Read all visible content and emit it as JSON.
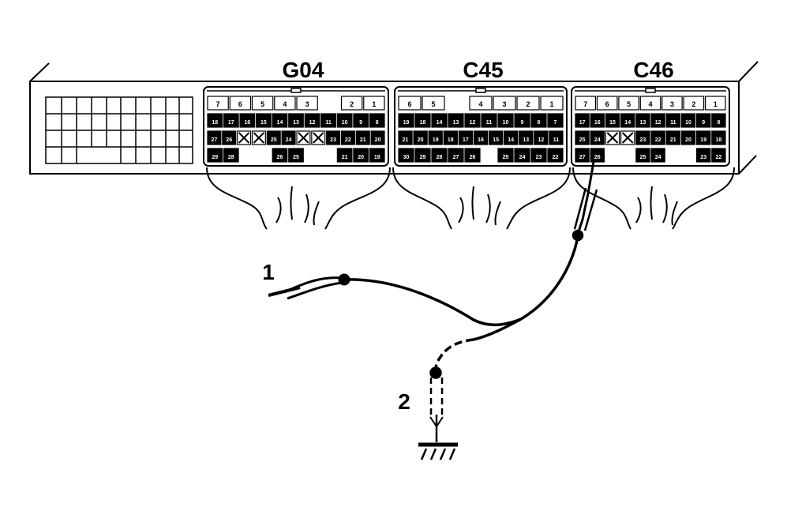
{
  "connectors": [
    {
      "id": "g04",
      "label": "G04",
      "row1": [
        "7",
        "6",
        "5",
        "4",
        "3",
        "",
        "2",
        "1"
      ],
      "row2": [
        "18",
        "17",
        "16",
        "15",
        "14",
        "13",
        "12",
        "11",
        "10",
        "9",
        "8"
      ],
      "row3": [
        "27",
        "26",
        "X",
        "X",
        "25",
        "24",
        "X",
        "X",
        "23",
        "22",
        "21",
        "20"
      ],
      "row4": [
        "29",
        "28",
        "",
        "",
        "26",
        "25",
        "",
        "",
        "21",
        "20",
        "19"
      ]
    },
    {
      "id": "c45",
      "label": "C45",
      "row1": [
        "6",
        "5",
        "",
        "4",
        "3",
        "2",
        "1"
      ],
      "row2": [
        "19",
        "18",
        "14",
        "13",
        "12",
        "11",
        "10",
        "9",
        "8",
        "7"
      ],
      "row3": [
        "21",
        "20",
        "19",
        "18",
        "17",
        "16",
        "15",
        "14",
        "13",
        "12",
        "11"
      ],
      "row4": [
        "30",
        "29",
        "28",
        "27",
        "26",
        "",
        "25",
        "24",
        "23",
        "22"
      ]
    },
    {
      "id": "c46",
      "label": "C46",
      "row1": [
        "7",
        "6",
        "5",
        "4",
        "3",
        "2",
        "1"
      ],
      "row2": [
        "17",
        "16",
        "15",
        "14",
        "13",
        "12",
        "11",
        "10",
        "9",
        "8"
      ],
      "row3": [
        "25",
        "24",
        "X",
        "X",
        "23",
        "22",
        "21",
        "20",
        "19",
        "18"
      ],
      "row4": [
        "27",
        "26",
        "",
        "",
        "25",
        "24",
        "",
        "",
        "23",
        "22"
      ]
    }
  ],
  "callouts": {
    "probe_1": "1",
    "probe_2": "2"
  }
}
